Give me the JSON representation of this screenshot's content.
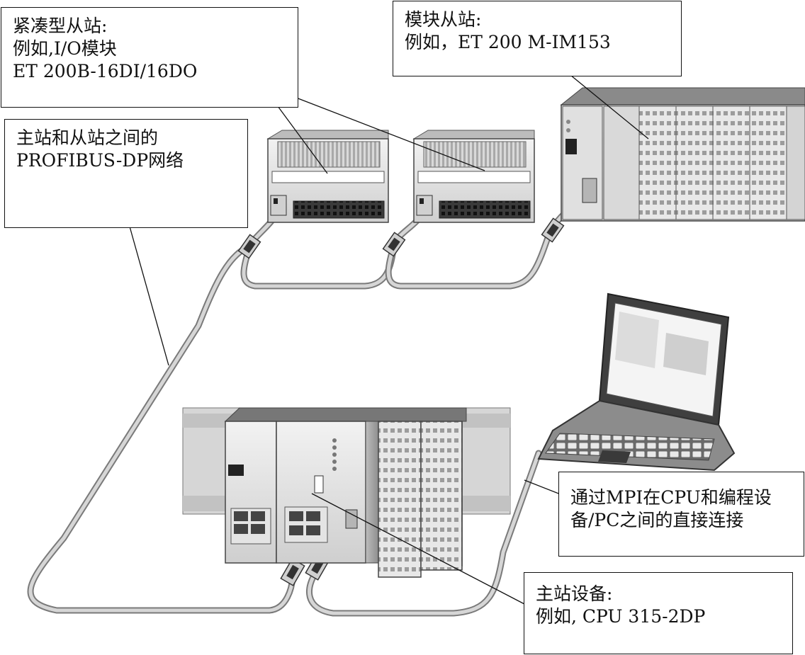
{
  "callouts": {
    "compact_slave": {
      "line1": "紧凑型从站:",
      "line2": "例如,I/O模块",
      "line3": "ET 200B-16DI/16DO"
    },
    "module_slave": {
      "line1": "模块从站:",
      "line2": "例如，ET 200 M-IM153"
    },
    "network": {
      "line1": "主站和从站之间的",
      "line2": "PROFIBUS-DP网络"
    },
    "mpi": {
      "line1": "通过MPI在CPU和编程设",
      "line2": "备/PC之间的直接连接"
    },
    "master": {
      "line1": "主站设备:",
      "line2": "例如, CPU 315-2DP"
    }
  },
  "colors": {
    "device_body": "#e6e6e6",
    "device_shadow": "#9a9a9a",
    "terminal_dark": "#2a2a2a",
    "cable": "#aaaaaa",
    "leader_line": "#111111"
  }
}
